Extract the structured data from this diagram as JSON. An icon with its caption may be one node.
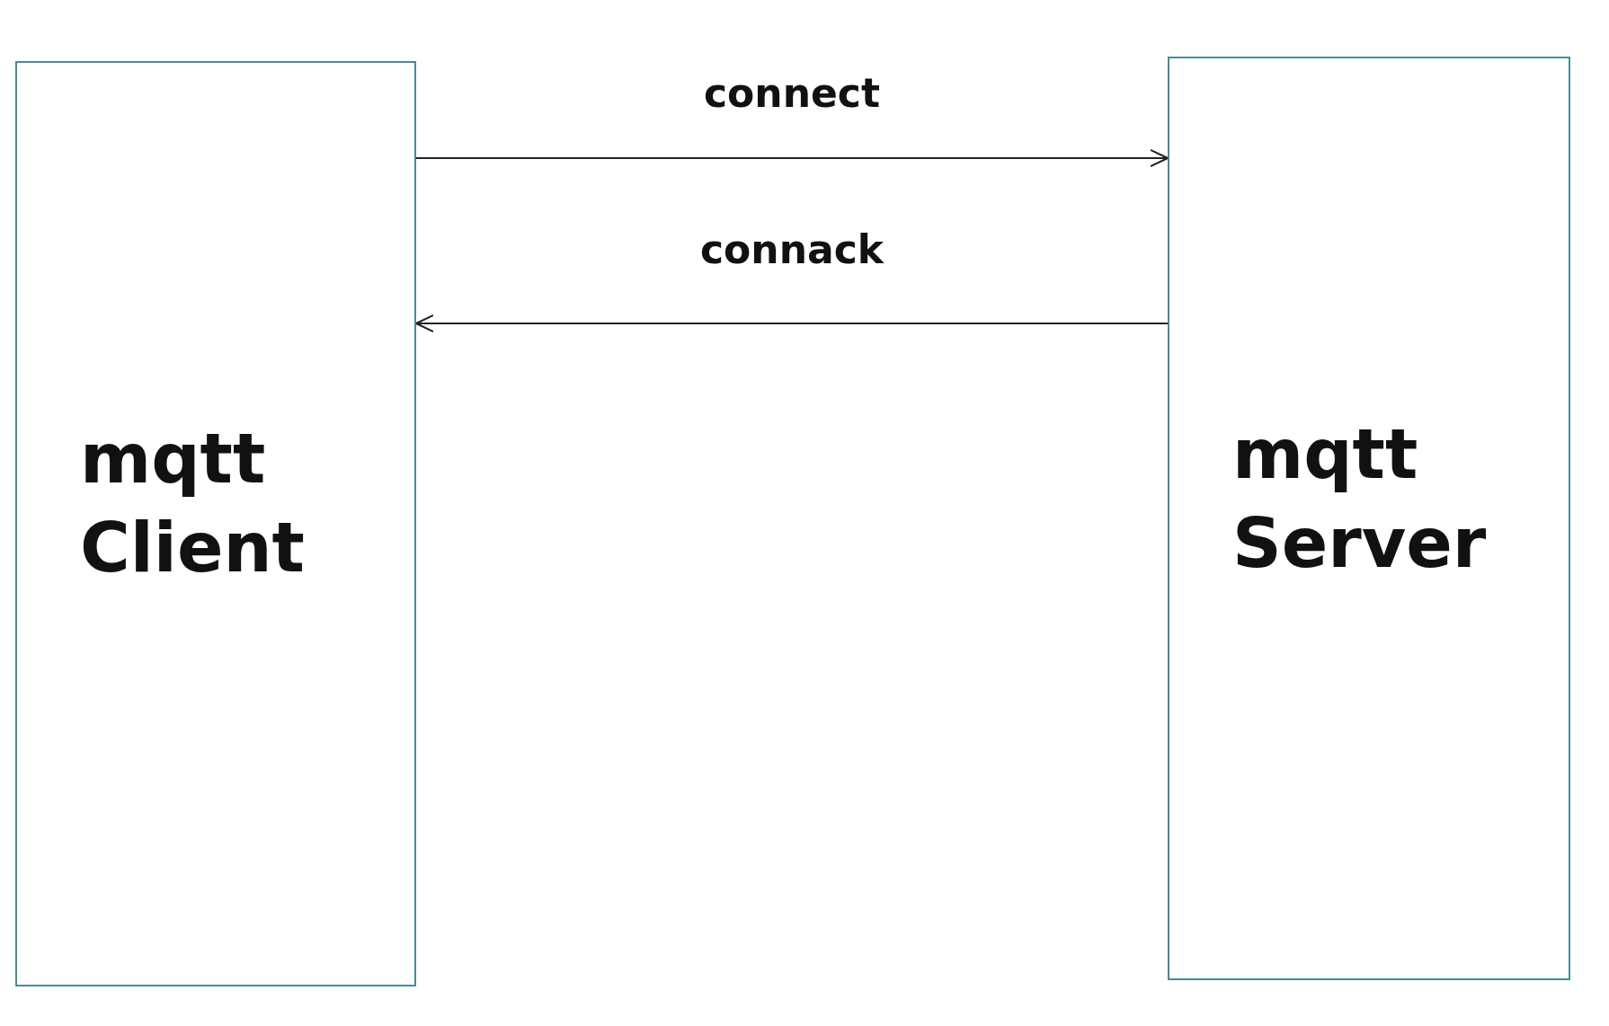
{
  "diagram": {
    "nodes": [
      {
        "text": [
          "mqtt Client"
        ]
      },
      {
        "text": [
          "mqtt Server"
        ]
      }
    ],
    "edges": [
      {
        "from": 0,
        "to": 1,
        "arrow": "to",
        "label": "connect"
      },
      {
        "from": 1,
        "to": 0,
        "arrow": "to",
        "label": "connack"
      }
    ]
  }
}
